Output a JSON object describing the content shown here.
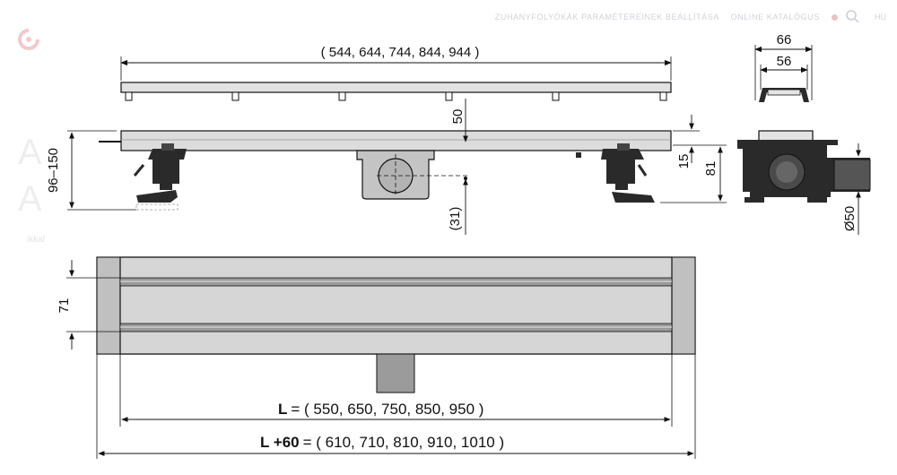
{
  "page": {
    "nav_links": [
      "ZUHANYFOLYÓKÁK PARAMÉTEREINEK BEÁLLÍTÁSA",
      "ONLINE KATALÓGUS"
    ],
    "lang_label": "HU",
    "bg_letters": [
      "A",
      "A"
    ],
    "bg_small_text": "ikkal"
  },
  "drawing": {
    "grate_length_label": "( 544, 644, 744, 844, 944 )",
    "profile_outer_width": "66",
    "profile_inner_width": "56",
    "center_depth": "50",
    "outlet_offset": "(31)",
    "adjust_height_range": "96–150",
    "flange_height": "15",
    "body_height": "81",
    "outlet_diameter": "Ø50",
    "grate_width": "71",
    "length_prefix": "L",
    "length_values": "= ( 550, 650, 750, 850, 950 )",
    "total_prefix": "L +60",
    "total_values": "= ( 610, 710, 810, 910, 1010 )"
  },
  "colors": {
    "line": "#111111",
    "metal_light": "#d9d9d9",
    "metal_mid": "#bdbdbd",
    "dark_part": "#2a2a2a",
    "ghost_text": "#eeeeee"
  }
}
